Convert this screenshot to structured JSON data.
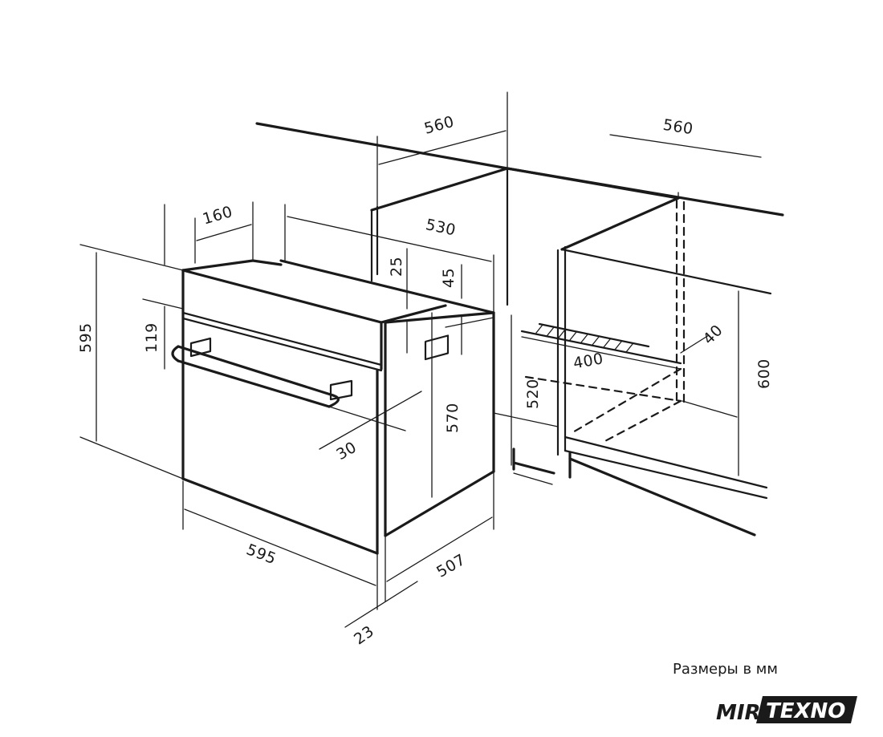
{
  "dimensions": {
    "cabinet_width_top": "560",
    "cabinet_depth_top": "560",
    "top_depth_160": "160",
    "top_depth_530": "530",
    "vent_gap_25": "25",
    "offset_45": "45",
    "oven_height_595": "595",
    "panel_height_119": "119",
    "handle_depth_30": "30",
    "body_height_570": "570",
    "niche_height_520": "520",
    "niche_height_600": "600",
    "opening_depth_40": "40",
    "opening_width_400": "400",
    "oven_width_595": "595",
    "body_depth_507": "507",
    "door_thickness_23": "23"
  },
  "caption": "Размеры в мм",
  "logo": {
    "left": "MIR",
    "right": "TEXNO"
  }
}
